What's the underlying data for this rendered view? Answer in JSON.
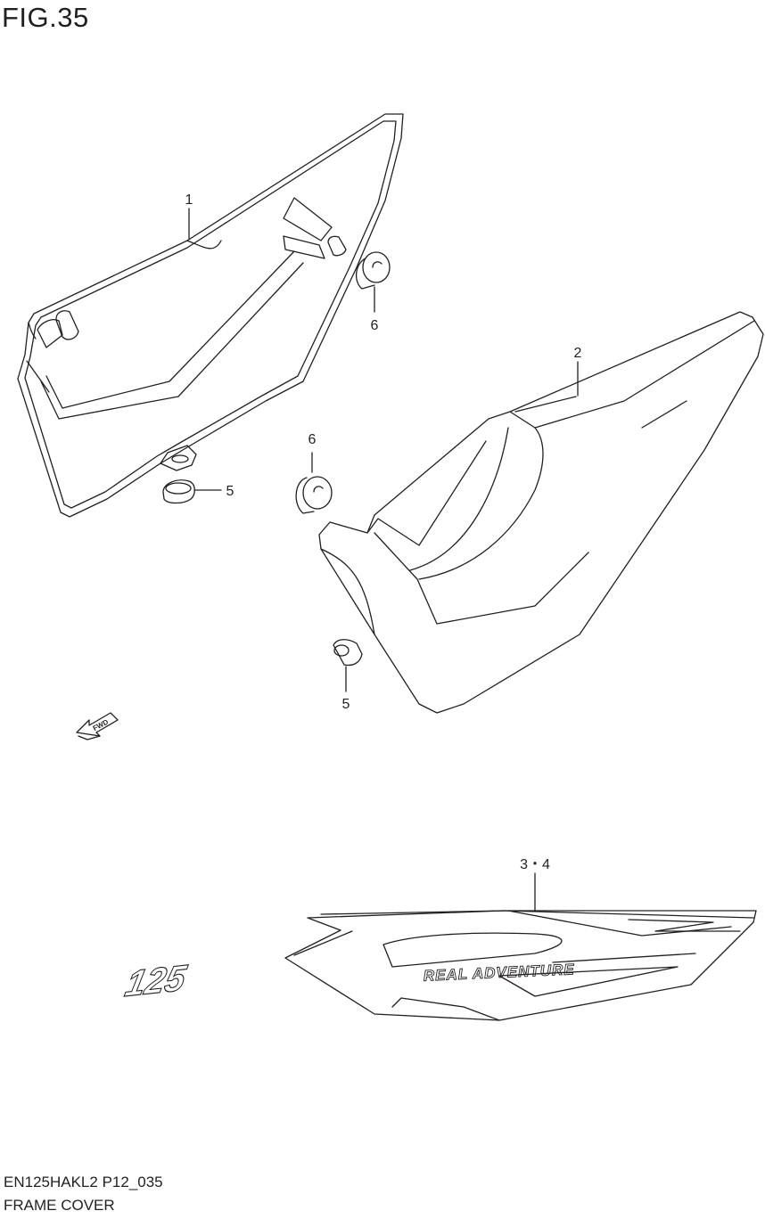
{
  "figure": {
    "title": "FIG.35",
    "code": "EN125HAKL2 P12_035",
    "name": "FRAME COVER"
  },
  "callouts": [
    {
      "id": "part-1",
      "label": "1"
    },
    {
      "id": "part-2",
      "label": "2"
    },
    {
      "id": "part-5a",
      "label": "5"
    },
    {
      "id": "part-5b",
      "label": "5"
    },
    {
      "id": "part-6a",
      "label": "6"
    },
    {
      "id": "part-6b",
      "label": "6"
    },
    {
      "id": "part-3-4",
      "label": "3・4"
    }
  ],
  "direction_arrow": {
    "label": "FWD",
    "icon": "forward-arrow-icon"
  },
  "decal": {
    "number": "125",
    "tagline": "REAL ADVENTURE"
  },
  "colors": {
    "line": "#231f20",
    "background": "#ffffff"
  }
}
